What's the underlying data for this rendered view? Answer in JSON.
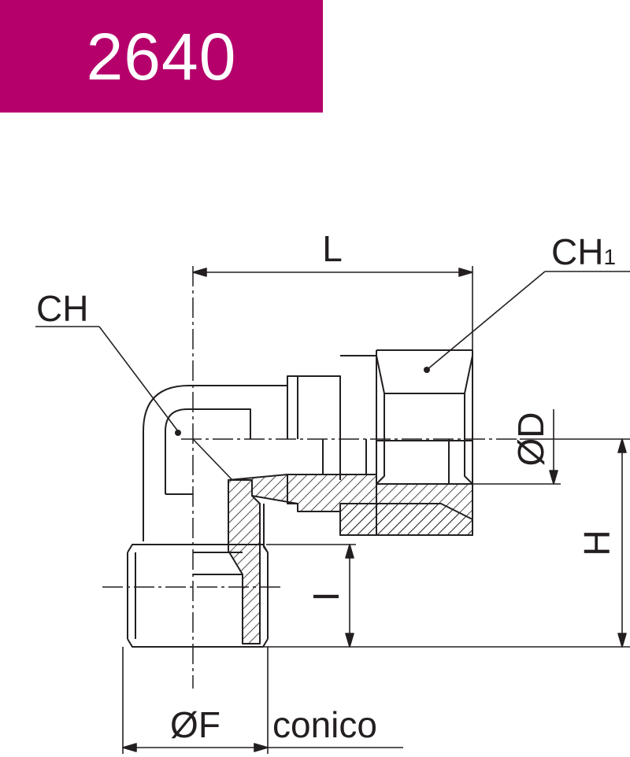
{
  "badge": {
    "code": "2640",
    "color": "#b5006b"
  },
  "labels": {
    "L": "L",
    "CH": "CH",
    "CH1_main": "CH",
    "CH1_sub": "1",
    "D": "ØD",
    "H": "H",
    "I": "I",
    "F": "ØF",
    "conico": "conico"
  },
  "colors": {
    "line": "#231f20",
    "background": "#ffffff"
  }
}
